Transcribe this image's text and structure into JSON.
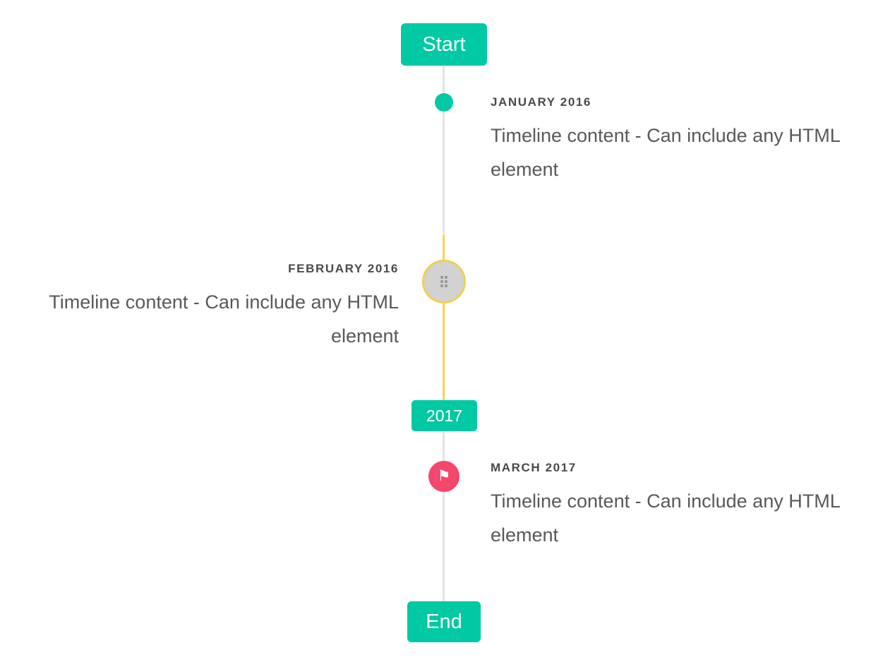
{
  "timeline": {
    "start_badge": "Start",
    "year_badge": "2017",
    "end_badge": "End",
    "items": [
      {
        "title": "JANUARY 2016",
        "content": "Timeline content - Can include any HTML element",
        "side": "right",
        "marker": "teal-dot"
      },
      {
        "title": "FEBRUARY 2016",
        "content": "Timeline content - Can include any HTML element",
        "side": "left",
        "marker": "gray-circle-with-grip-dots"
      },
      {
        "title": "MARCH 2017",
        "content": "Timeline content - Can include any HTML element",
        "side": "right",
        "marker": "pink-flag-circle"
      }
    ],
    "icons": {
      "flag": "flag-icon",
      "grip": "grip-dots-icon"
    },
    "colors": {
      "accent_teal": "#00c9a3",
      "accent_yellow": "#f0d04f",
      "accent_pink": "#f5476b",
      "line_gray": "#e3e3e3",
      "marker_gray_fill": "#d2d2d2",
      "title_text": "#4a4a4a",
      "body_text": "#595959"
    }
  }
}
